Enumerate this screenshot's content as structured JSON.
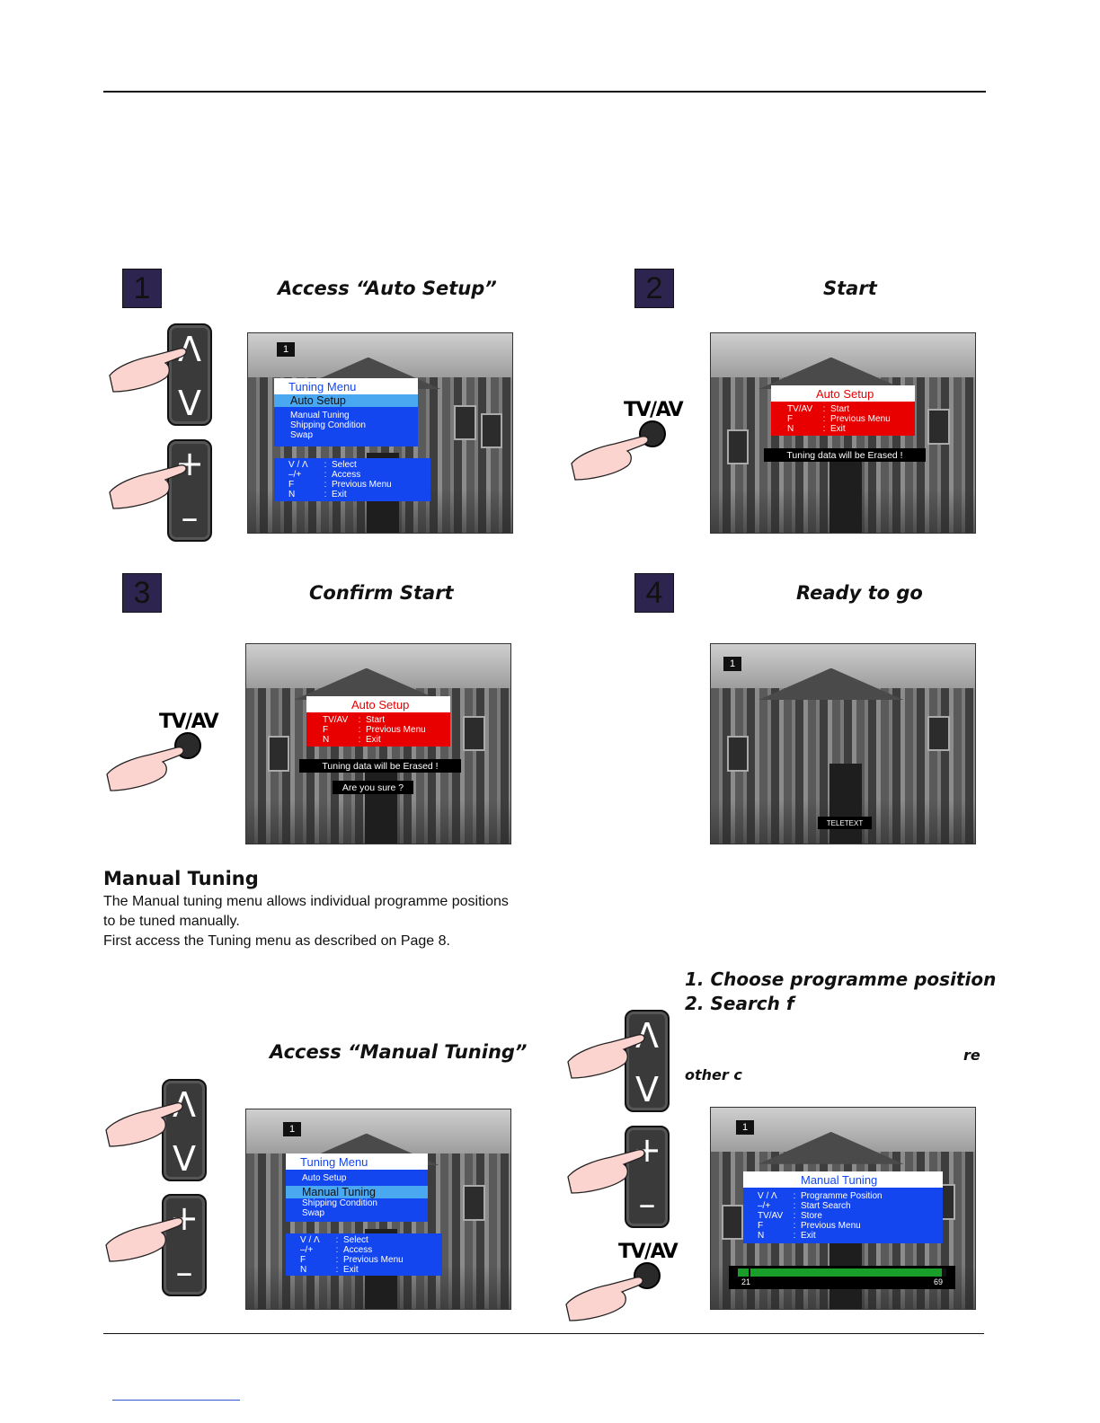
{
  "steps": [
    {
      "num": "1",
      "title": "Access “Auto Setup”"
    },
    {
      "num": "2",
      "title": "Start"
    },
    {
      "num": "3",
      "title": "Confirm Start"
    },
    {
      "num": "4",
      "title": "Ready to go"
    }
  ],
  "remote": {
    "up": "Λ",
    "down": "V",
    "plus": "+",
    "minus": "–",
    "tvav": "TV/AV"
  },
  "screens": {
    "s1": {
      "prog": "1",
      "menu_title": "Tuning Menu",
      "items": [
        "Auto Setup",
        "Manual Tuning",
        "Shipping Condition",
        "Swap"
      ],
      "keys": [
        {
          "k": "V / Λ",
          "v": "Select"
        },
        {
          "k": "–/+",
          "v": "Access"
        },
        {
          "k": "F",
          "v": "Previous Menu"
        },
        {
          "k": "N",
          "v": "Exit"
        }
      ]
    },
    "s2": {
      "menu_title": "Auto Setup",
      "keys": [
        {
          "k": "TV/AV",
          "v": "Start"
        },
        {
          "k": "F",
          "v": "Previous Menu"
        },
        {
          "k": "N",
          "v": "Exit"
        }
      ],
      "warning": "Tuning data will be Erased !"
    },
    "s3": {
      "menu_title": "Auto Setup",
      "keys": [
        {
          "k": "TV/AV",
          "v": "Start"
        },
        {
          "k": "F",
          "v": "Previous Menu"
        },
        {
          "k": "N",
          "v": "Exit"
        }
      ],
      "warning": "Tuning data will be Erased !",
      "confirm": "Are you sure ?"
    },
    "s4": {
      "prog": "1",
      "teletext": "TELETEXT"
    },
    "s5": {
      "prog": "1",
      "menu_title": "Tuning Menu",
      "items": [
        "Auto Setup",
        "Manual Tuning",
        "Shipping Condition",
        "Swap"
      ],
      "keys": [
        {
          "k": "V / Λ",
          "v": "Select"
        },
        {
          "k": "–/+",
          "v": "Access"
        },
        {
          "k": "F",
          "v": "Previous Menu"
        },
        {
          "k": "N",
          "v": "Exit"
        }
      ]
    },
    "s6": {
      "prog": "1",
      "menu_title": "Manual Tuning",
      "keys": [
        {
          "k": "V / Λ",
          "v": "Programme Position"
        },
        {
          "k": "–/+",
          "v": "Start Search"
        },
        {
          "k": "TV/AV",
          "v": "Store"
        },
        {
          "k": "F",
          "v": "Previous Menu"
        },
        {
          "k": "N",
          "v": "Exit"
        }
      ],
      "bar_min": "21",
      "bar_max": "69",
      "bar_progress": 0.98
    }
  },
  "manual": {
    "heading": "Manual Tuning",
    "para1": "The Manual tuning menu allows individual programme positions",
    "para2": "to be tuned manually.",
    "para3": "First access the Tuning menu as described on Page 8.",
    "access": "Access “Manual Tuning”",
    "list1": "1.  Choose programme position",
    "list2": "2.  Search f",
    "frag1": "re",
    "frag2": "other c"
  },
  "colors": {
    "menu_blue": "#1446f0",
    "highlight": "#4aa8f0",
    "warn_red": "#e80000",
    "step_box": "#2d2450",
    "bar_green": "#1a9e2a"
  }
}
